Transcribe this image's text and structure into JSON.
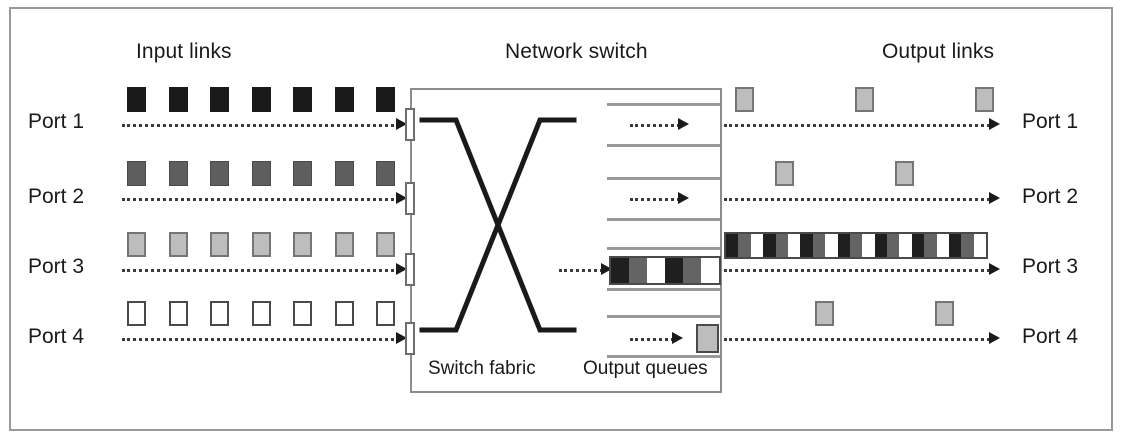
{
  "headings": {
    "input": "Input links",
    "switch": "Network switch",
    "output": "Output links"
  },
  "switch": {
    "fabric_label": "Switch fabric",
    "queues_label": "Output queues"
  },
  "colors": {
    "black": "#1a1a1a",
    "dark_gray": "#5e5e5e",
    "light_gray": "#bdbdbd",
    "white": "#ffffff",
    "line": "#3b3b3b",
    "frame": "#9a9a9a"
  },
  "input_ports": [
    {
      "label": "Port 1",
      "packet_color": "black",
      "packet_count": 7
    },
    {
      "label": "Port 2",
      "packet_color": "dark",
      "packet_count": 7
    },
    {
      "label": "Port 3",
      "packet_color": "light",
      "packet_count": 7
    },
    {
      "label": "Port 4",
      "packet_color": "white",
      "packet_count": 7
    }
  ],
  "output_ports": [
    {
      "label": "Port 1",
      "packet_color": "light",
      "packet_count": 3
    },
    {
      "label": "Port 2",
      "packet_color": "light",
      "packet_count": 2
    },
    {
      "label": "Port 3",
      "packet_color": "mixed",
      "packet_count": 21
    },
    {
      "label": "Port 4",
      "packet_color": "light",
      "packet_count": 2
    }
  ],
  "output_queues": [
    {
      "port": "Port 1",
      "packets": []
    },
    {
      "port": "Port 2",
      "packets": []
    },
    {
      "port": "Port 3",
      "packets": [
        "black",
        "dark",
        "white",
        "black",
        "dark",
        "white"
      ]
    },
    {
      "port": "Port 4",
      "packets": [
        "light"
      ]
    }
  ],
  "port3_band_pattern": [
    "black",
    "dark",
    "white"
  ]
}
